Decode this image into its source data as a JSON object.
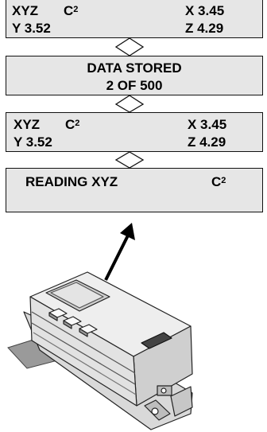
{
  "screen1": {
    "xyz": "XYZ",
    "c": "C",
    "c_sup": "2",
    "x": "X  3.45",
    "y": "Y  3.52",
    "z": "Z  4.29"
  },
  "screen2": {
    "line1": "DATA  STORED",
    "line2": "2  OF  500"
  },
  "screen3": {
    "xyz": "XYZ",
    "c": "C",
    "c_sup": "2",
    "x": "X  3.45",
    "y": "Y  3.52",
    "z": "Z  4.29"
  },
  "screen4": {
    "reading": "READING  XYZ",
    "c": "C",
    "c_sup": "2"
  }
}
